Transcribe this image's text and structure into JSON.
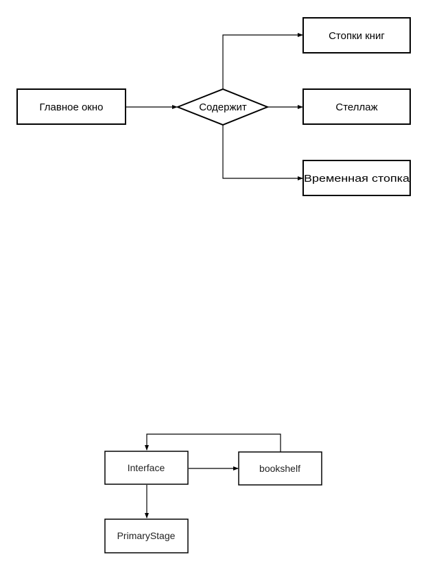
{
  "er_diagram": {
    "main_window": "Главное окно",
    "relation": "Содержит",
    "book_stacks": "Стопки книг",
    "shelf": "Стеллаж",
    "temp_stack": "Временная стопка"
  },
  "class_diagram": {
    "interface": "Interface",
    "bookshelf": "bookshelf",
    "primary_stage": "PrimaryStage"
  },
  "colors": {
    "stroke": "#000000",
    "background": "#ffffff"
  }
}
